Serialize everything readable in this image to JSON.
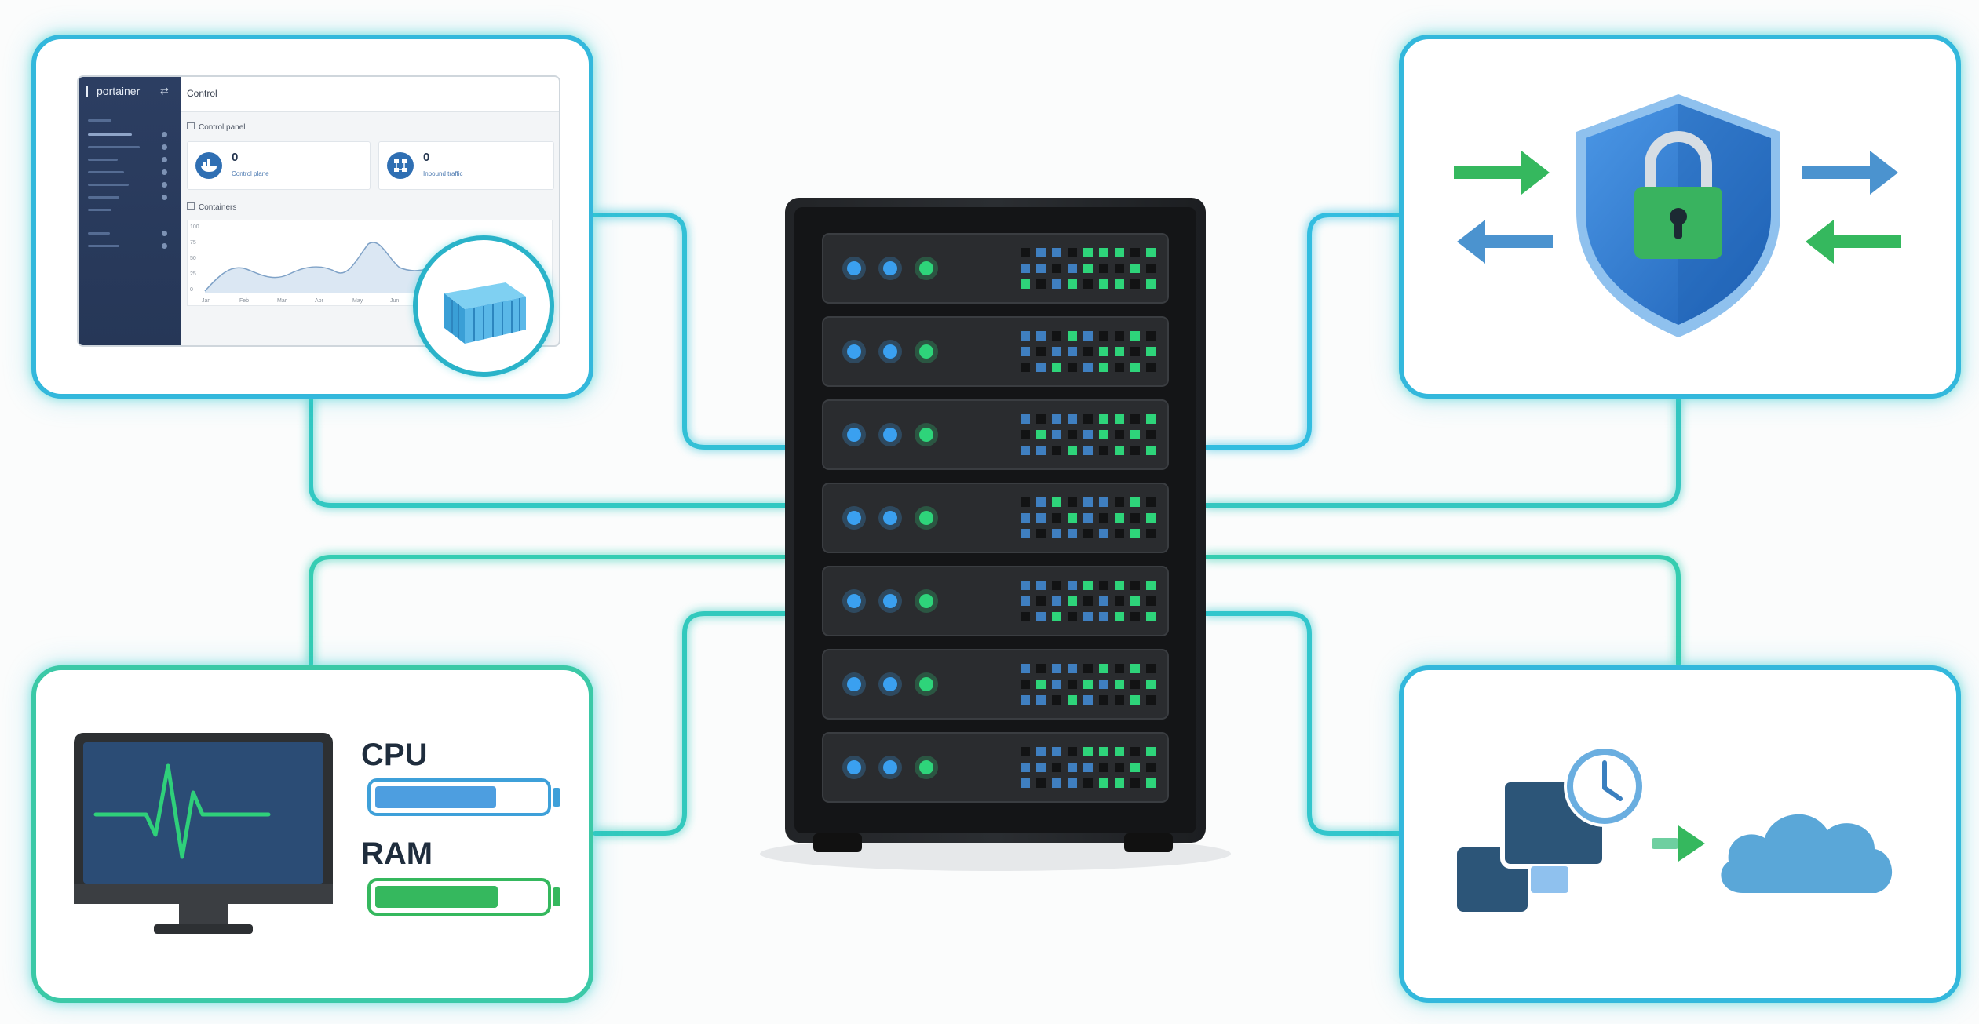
{
  "dashboard": {
    "brand": "portainer",
    "header_title": "Control",
    "section_title": "Control panel",
    "stats": [
      {
        "value": "0",
        "label": "Control plane"
      },
      {
        "value": "0",
        "label": "Inbound traffic"
      }
    ],
    "containers_title": "Containers",
    "chart_y_ticks": [
      "100",
      "75",
      "50",
      "25",
      "0"
    ],
    "chart_x_ticks": [
      "Jan",
      "Feb",
      "Mar",
      "Apr",
      "May",
      "Jun"
    ]
  },
  "monitoring": {
    "cpu_label": "CPU",
    "ram_label": "RAM",
    "cpu_level": 0.72,
    "ram_level": 0.73
  },
  "colors": {
    "connector_blue": "#32b4e6",
    "connector_green": "#2fd39a",
    "server_body": "#1b1d20",
    "led_blue": "#3aa0f0",
    "led_green": "#2ed47a",
    "shield": "#2f79cf",
    "lock": "#35b25d",
    "cloud": "#5aa7d8"
  },
  "icons": [
    "server-rack-icon",
    "container-icon",
    "shield-lock-icon",
    "swap-arrows-icon",
    "monitor-heartbeat-icon",
    "backup-schedule-icon",
    "clock-icon",
    "cloud-icon"
  ]
}
